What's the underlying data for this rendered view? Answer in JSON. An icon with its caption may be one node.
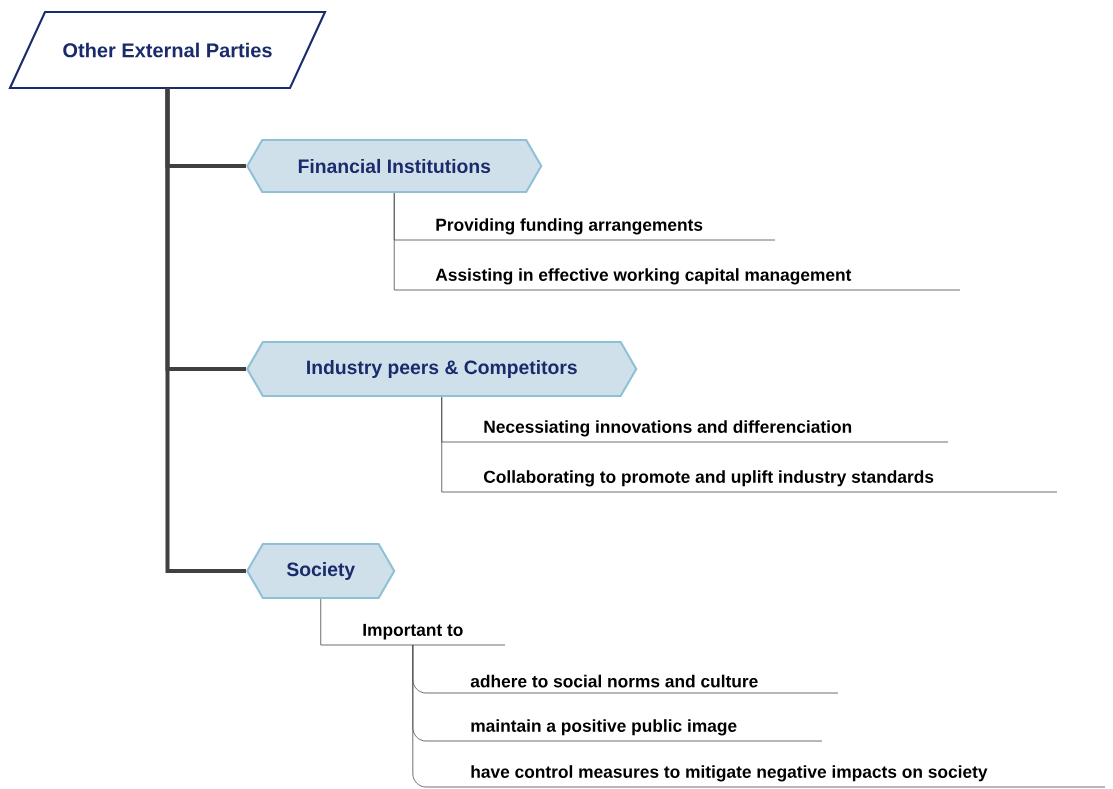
{
  "diagram": {
    "nodes": [
      {
        "text": [
          "Other External Parties"
        ]
      },
      {
        "text": [
          "Financial Institutions"
        ]
      },
      {
        "text": [
          "Providing funding arrangements"
        ]
      },
      {
        "text": [
          "Assisting in effective working capital management"
        ]
      },
      {
        "text": [
          "Industry peers & Competitors"
        ]
      },
      {
        "text": [
          "Necessiating innovations and differenciation"
        ]
      },
      {
        "text": [
          "Collaborating to promote and uplift industry standards"
        ]
      },
      {
        "text": [
          "Society"
        ]
      },
      {
        "text": [
          "Important to"
        ]
      },
      {
        "text": [
          "adhere to social norms and culture"
        ]
      },
      {
        "text": [
          "maintain a positive public image"
        ]
      },
      {
        "text": [
          "have control measures to mitigate negative impacts on society"
        ]
      }
    ],
    "edges": [
      {
        "from": 0,
        "to": 1,
        "arrow": "none",
        "style": "thick"
      },
      {
        "from": 0,
        "to": 4,
        "arrow": "none",
        "style": "thick"
      },
      {
        "from": 0,
        "to": 7,
        "arrow": "none",
        "style": "thick"
      },
      {
        "from": 1,
        "to": 2,
        "arrow": "none"
      },
      {
        "from": 1,
        "to": 3,
        "arrow": "none"
      },
      {
        "from": 4,
        "to": 5,
        "arrow": "none"
      },
      {
        "from": 4,
        "to": 6,
        "arrow": "none"
      },
      {
        "from": 7,
        "to": 8,
        "arrow": "none"
      },
      {
        "from": 8,
        "to": 9,
        "arrow": "none"
      },
      {
        "from": 8,
        "to": 10,
        "arrow": "none"
      },
      {
        "from": 8,
        "to": 11,
        "arrow": "none"
      }
    ]
  }
}
